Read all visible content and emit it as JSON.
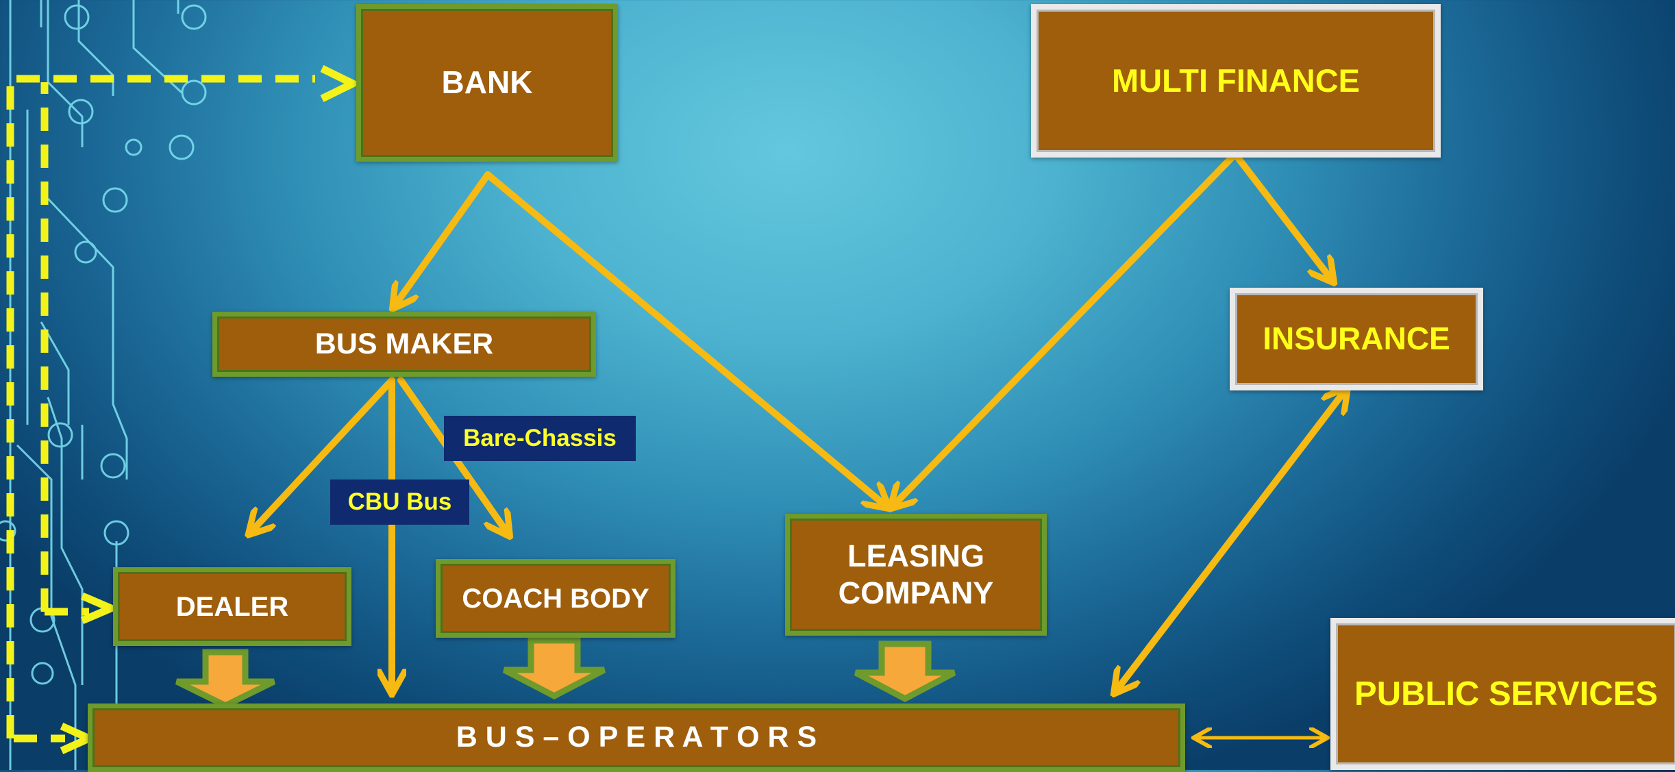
{
  "diagram": {
    "nodes": {
      "bank": "BANK",
      "multi_finance": "MULTI FINANCE",
      "bus_maker": "BUS MAKER",
      "insurance": "INSURANCE",
      "dealer": "DEALER",
      "coach_body": "COACH BODY",
      "leasing_company_line1": "LEASING",
      "leasing_company_line2": "COMPANY",
      "bus_operators": "B U S – O P E R A T O R S",
      "public_services": "PUBLIC SERVICES"
    },
    "edge_labels": {
      "bare_chassis": "Bare-Chassis",
      "cbu_bus": "CBU Bus"
    },
    "colors": {
      "box_fill": "#9e5e0c",
      "green_border": "#6f9a2c",
      "white_border": "#e9e9e9",
      "arrow": "#f6ba12",
      "dashed_arrow": "#f3f31a",
      "label_bg": "#0f2a6e",
      "label_text": "#ffff2a"
    }
  }
}
